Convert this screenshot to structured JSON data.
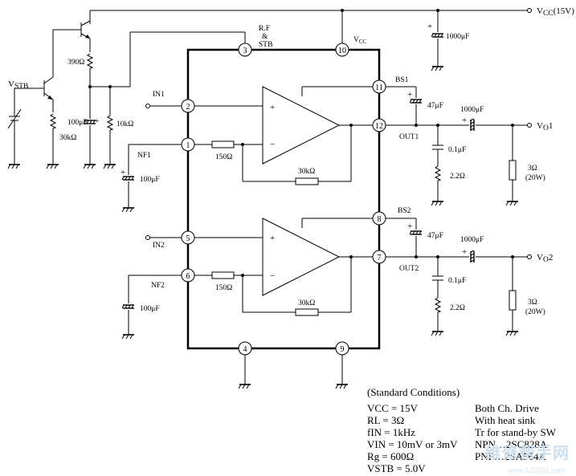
{
  "labels": {
    "vcc": "V",
    "vcc_sub": "CC",
    "vcc_val": "(15V)",
    "vcc_pin_label": "V",
    "vcc_pin_sub": "CC",
    "rf_stb_1": "R.F",
    "rf_stb_2": "&",
    "rf_stb_3": "STB",
    "vstb": "V",
    "vstb_sub": "STB",
    "r390": "390Ω",
    "c100u_a": "100μF",
    "r10k": "10kΩ",
    "r30k_left": "30kΩ",
    "in1": "IN1",
    "nf1": "NF1",
    "c100u_nf1": "100μF",
    "r150_1": "150Ω",
    "r30k_fb1": "30kΩ",
    "in2": "IN2",
    "nf2": "NF2",
    "c100u_nf2": "100μF",
    "r150_2": "150Ω",
    "r30k_fb2": "30kΩ",
    "bs1": "BS1",
    "c47u_1": "47μF",
    "c1000u_out1": "1000μF",
    "out1": "OUT1",
    "c01u_1": "0.1μF",
    "r22_1": "2.2Ω",
    "rl1_a": "3Ω",
    "rl1_b": "(20W)",
    "vo1": "V",
    "vo1_sub": "O",
    "vo1_num": "1",
    "bs2": "BS2",
    "c47u_2": "47μF",
    "c1000u_out2": "1000μF",
    "out2": "OUT2",
    "c01u_2": "0.1μF",
    "r22_2": "2.2Ω",
    "rl2_a": "3Ω",
    "rl2_b": "(20W)",
    "vo2": "V",
    "vo2_sub": "O",
    "vo2_num": "2",
    "c1000u_top": "1000μF",
    "plus": "+",
    "minus": "−"
  },
  "pins": [
    "3",
    "10",
    "11",
    "2",
    "12",
    "1",
    "8",
    "5",
    "7",
    "6",
    "4",
    "9"
  ],
  "conditions": {
    "title": "(Standard Conditions)",
    "left": [
      "VCC = 15V",
      "RL = 3Ω",
      "fIN = 1kHz",
      "VIN = 10mV or  3mV",
      "Rg = 600Ω",
      "VSTB = 5.0V"
    ],
    "right": [
      "Both Ch. Drive",
      "With heat sink",
      "Tr for stand-by SW",
      "NPN…2SC828A",
      "PNP…2SA564A"
    ]
  },
  "watermark": {
    "main": "维修帮手网",
    "sub": "www.520101.com"
  }
}
